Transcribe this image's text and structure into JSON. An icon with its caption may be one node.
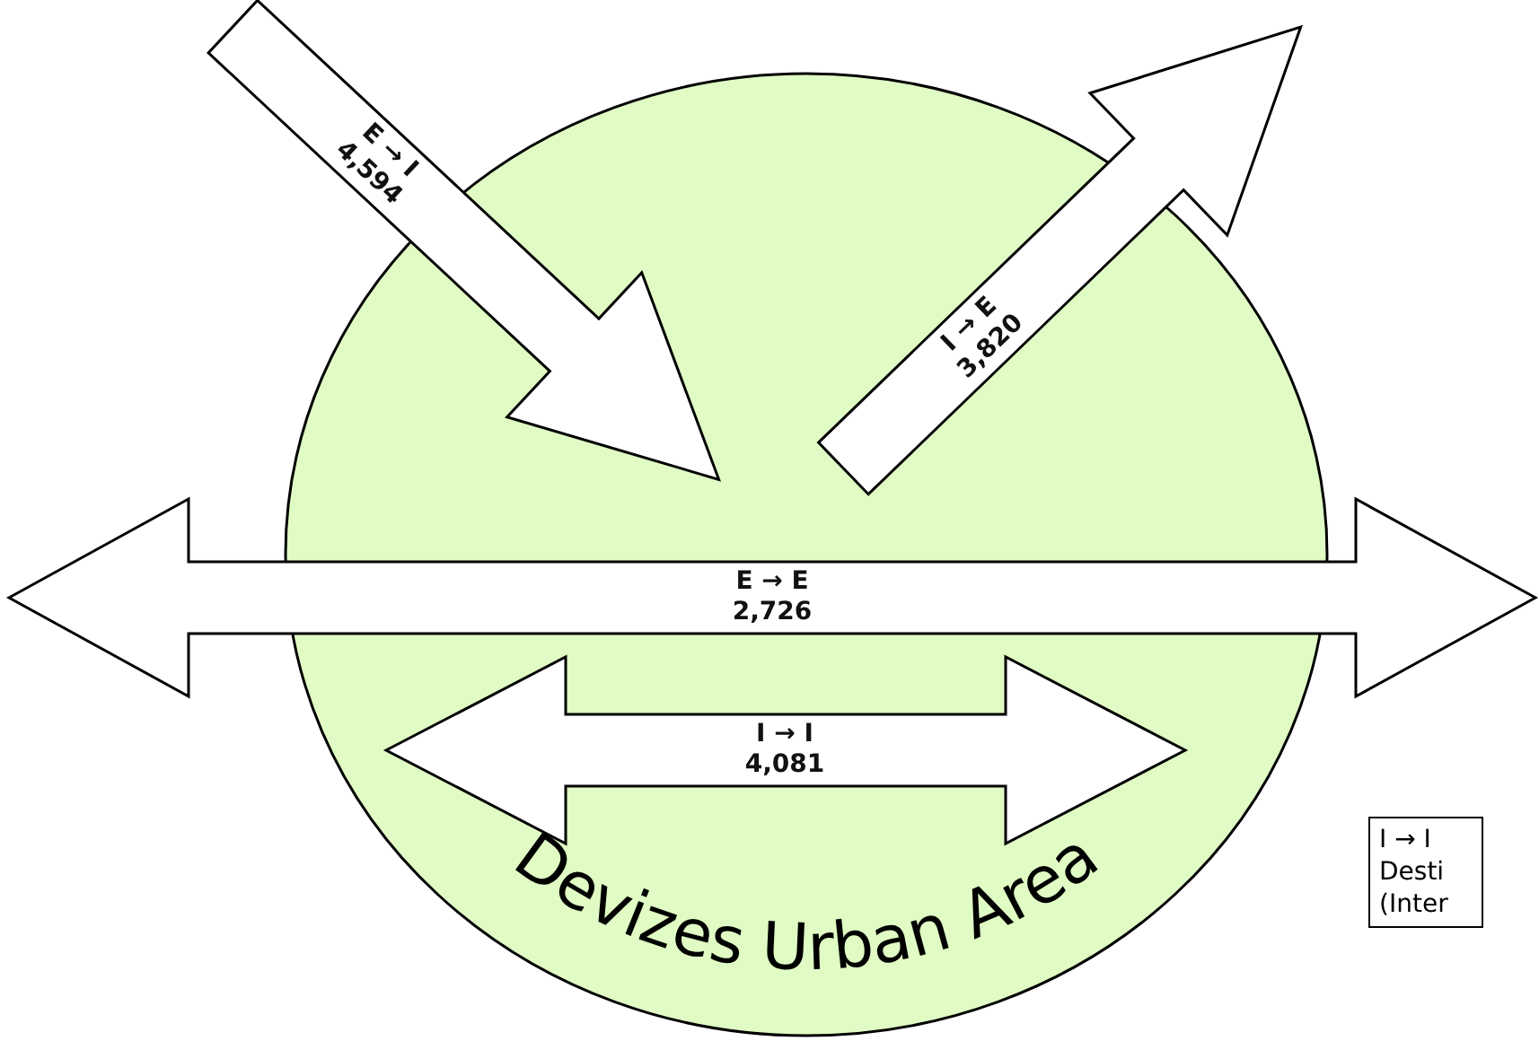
{
  "diagram": {
    "nodes": [
      {
        "text": [
          "Devizes Urban Area"
        ]
      },
      {
        "text": [
          "E → I",
          "4,594"
        ]
      },
      {
        "text": [
          "I → E",
          "3,820"
        ]
      },
      {
        "text": [
          "E → E",
          "2,726"
        ]
      },
      {
        "text": [
          "I → I",
          "4,081"
        ],
        "in": 0
      },
      {
        "text": [
          "I → I Desti (Inter"
        ]
      }
    ]
  }
}
